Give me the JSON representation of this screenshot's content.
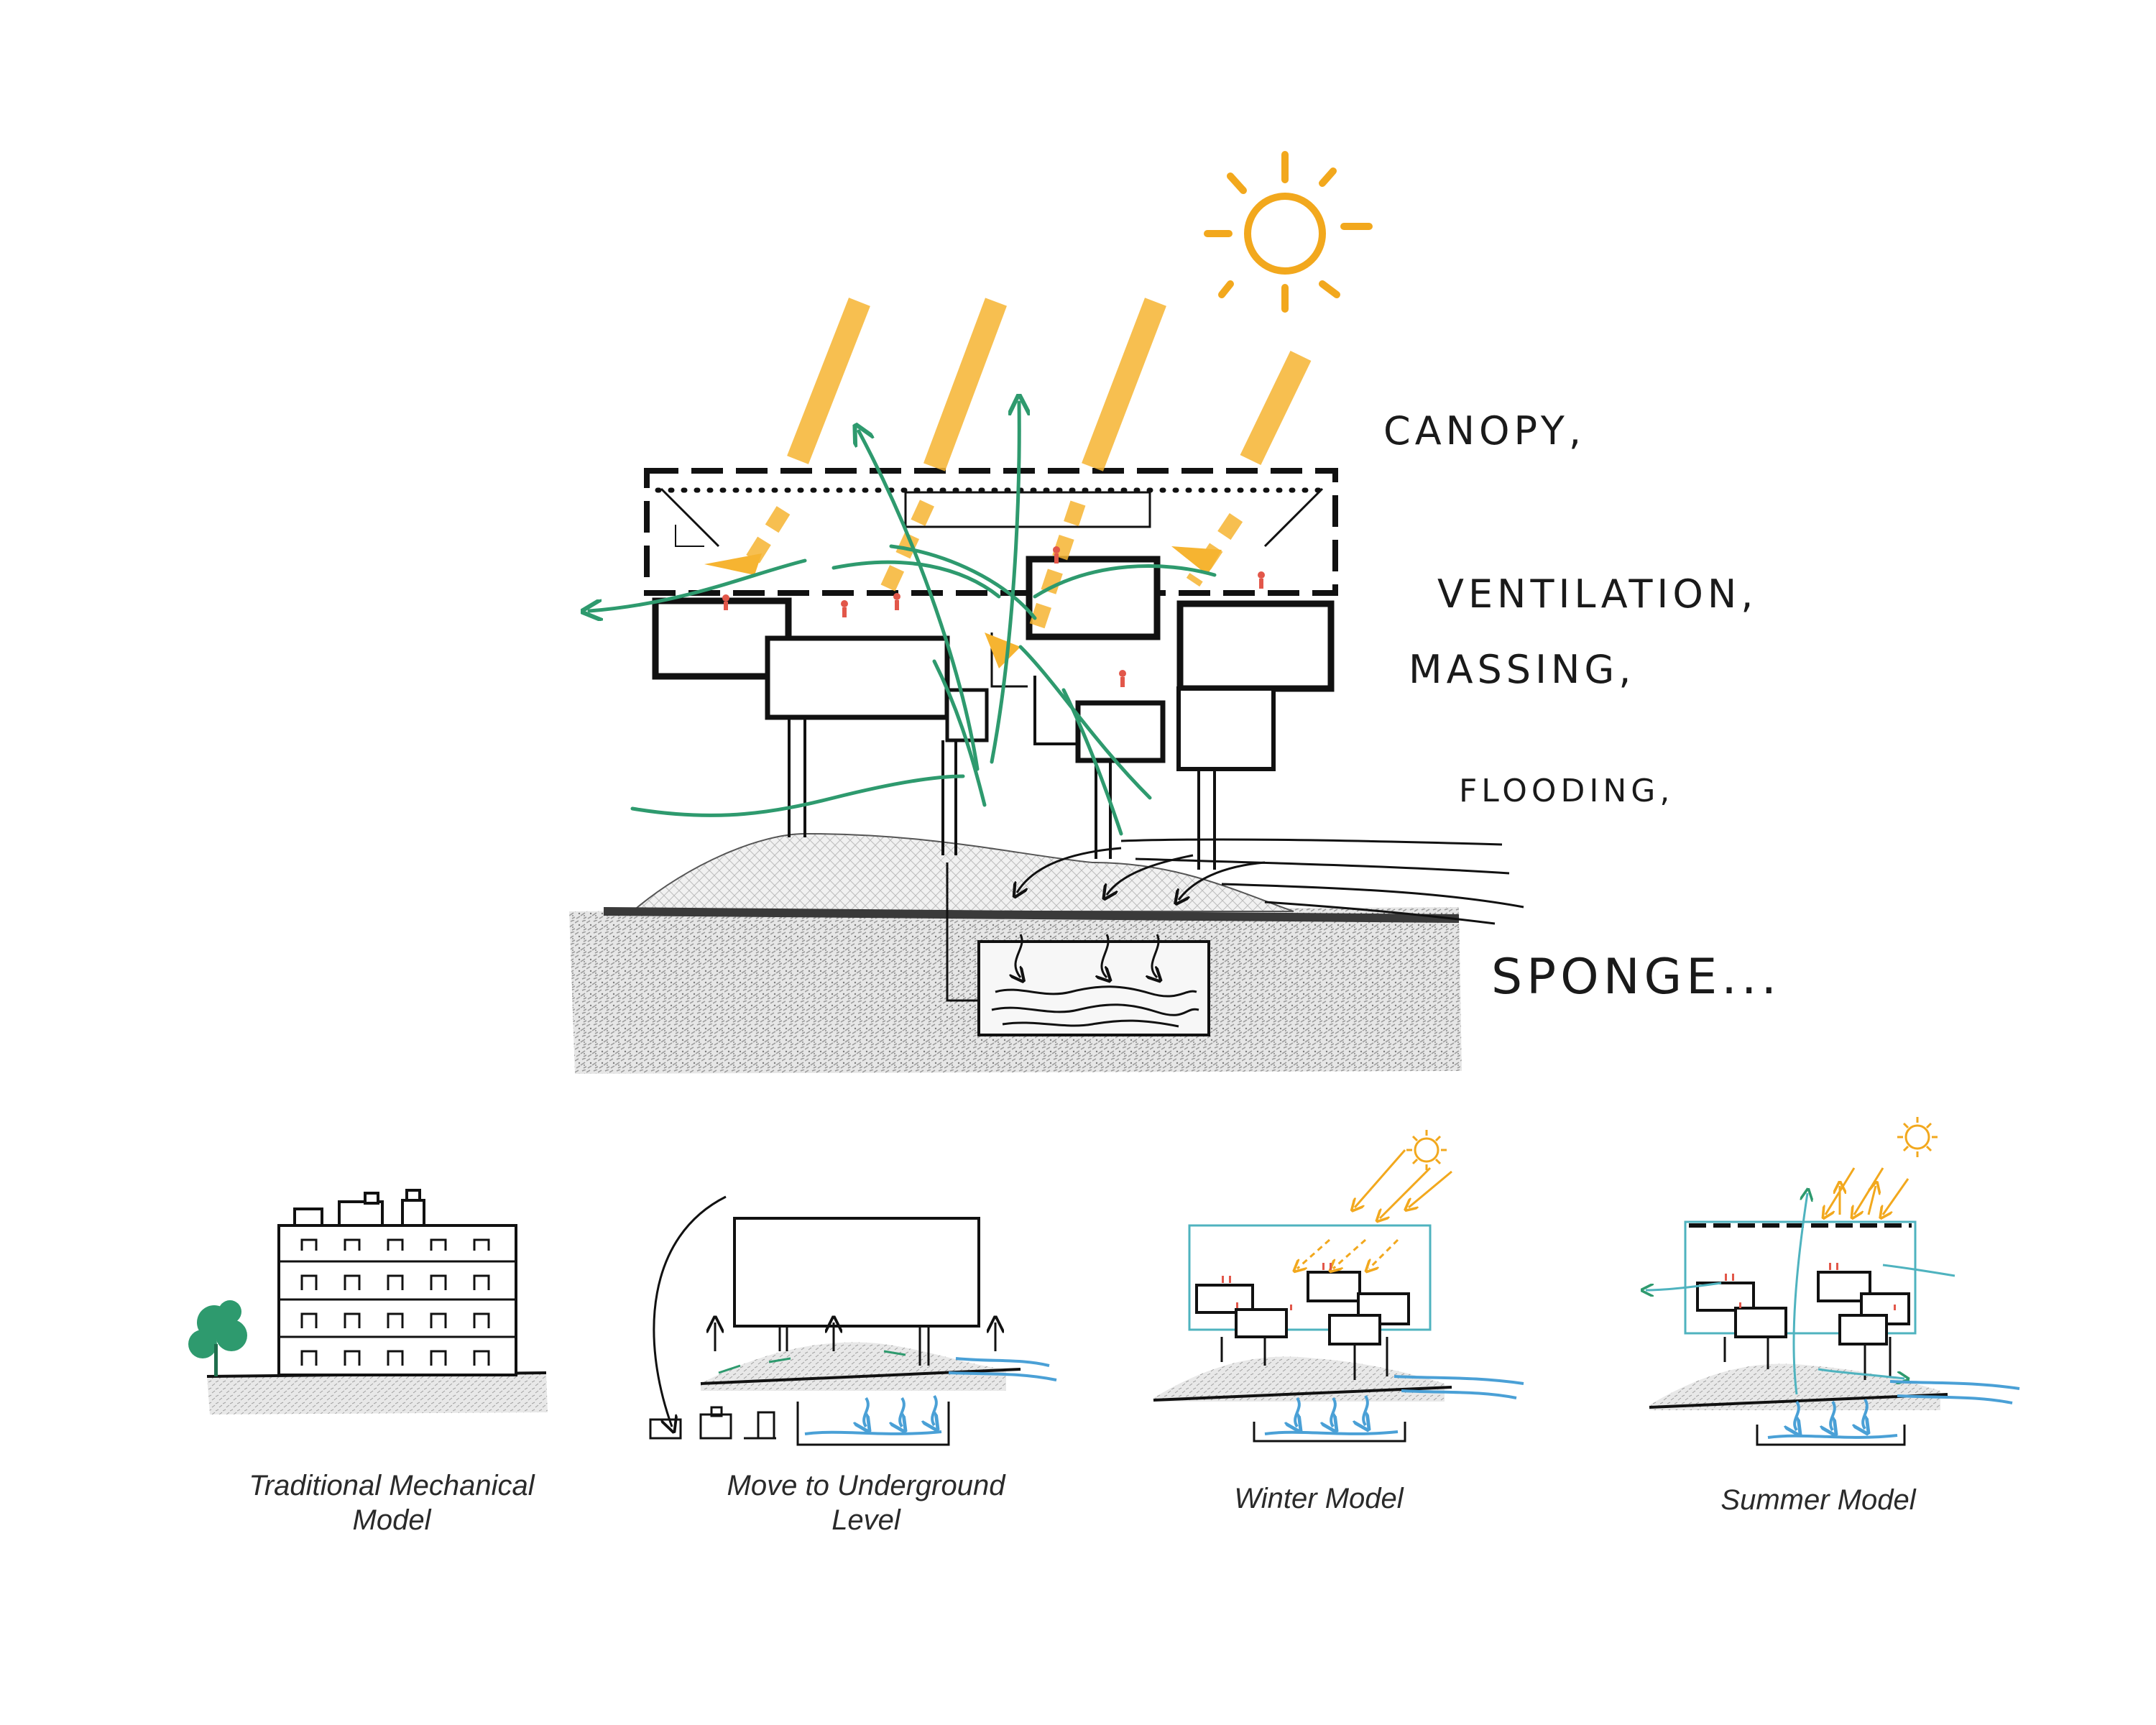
{
  "main_sketch": {
    "annotations": [
      "CANOPY,",
      "VENTILATION,",
      "MASSING,",
      "FLOODING,",
      "SPONGE..."
    ]
  },
  "models": [
    {
      "caption": [
        "Traditional Mechanical",
        "Model"
      ]
    },
    {
      "caption": [
        "Move to Underground",
        "Level"
      ]
    },
    {
      "caption": [
        "Winter Model"
      ]
    },
    {
      "caption": [
        "Summer Model"
      ]
    }
  ],
  "colors": {
    "sun": "#f2a81d",
    "sun_rays": "#f6b431",
    "ventilation": "#2e9a6e",
    "water": "#4aa0d6",
    "people": "#e2574a",
    "ink": "#111111",
    "canopy_line": "#4fb3bf",
    "ground_texture": "#9a9a9a"
  },
  "icons": [
    "sun-icon",
    "tree-icon",
    "arrow-icon"
  ]
}
